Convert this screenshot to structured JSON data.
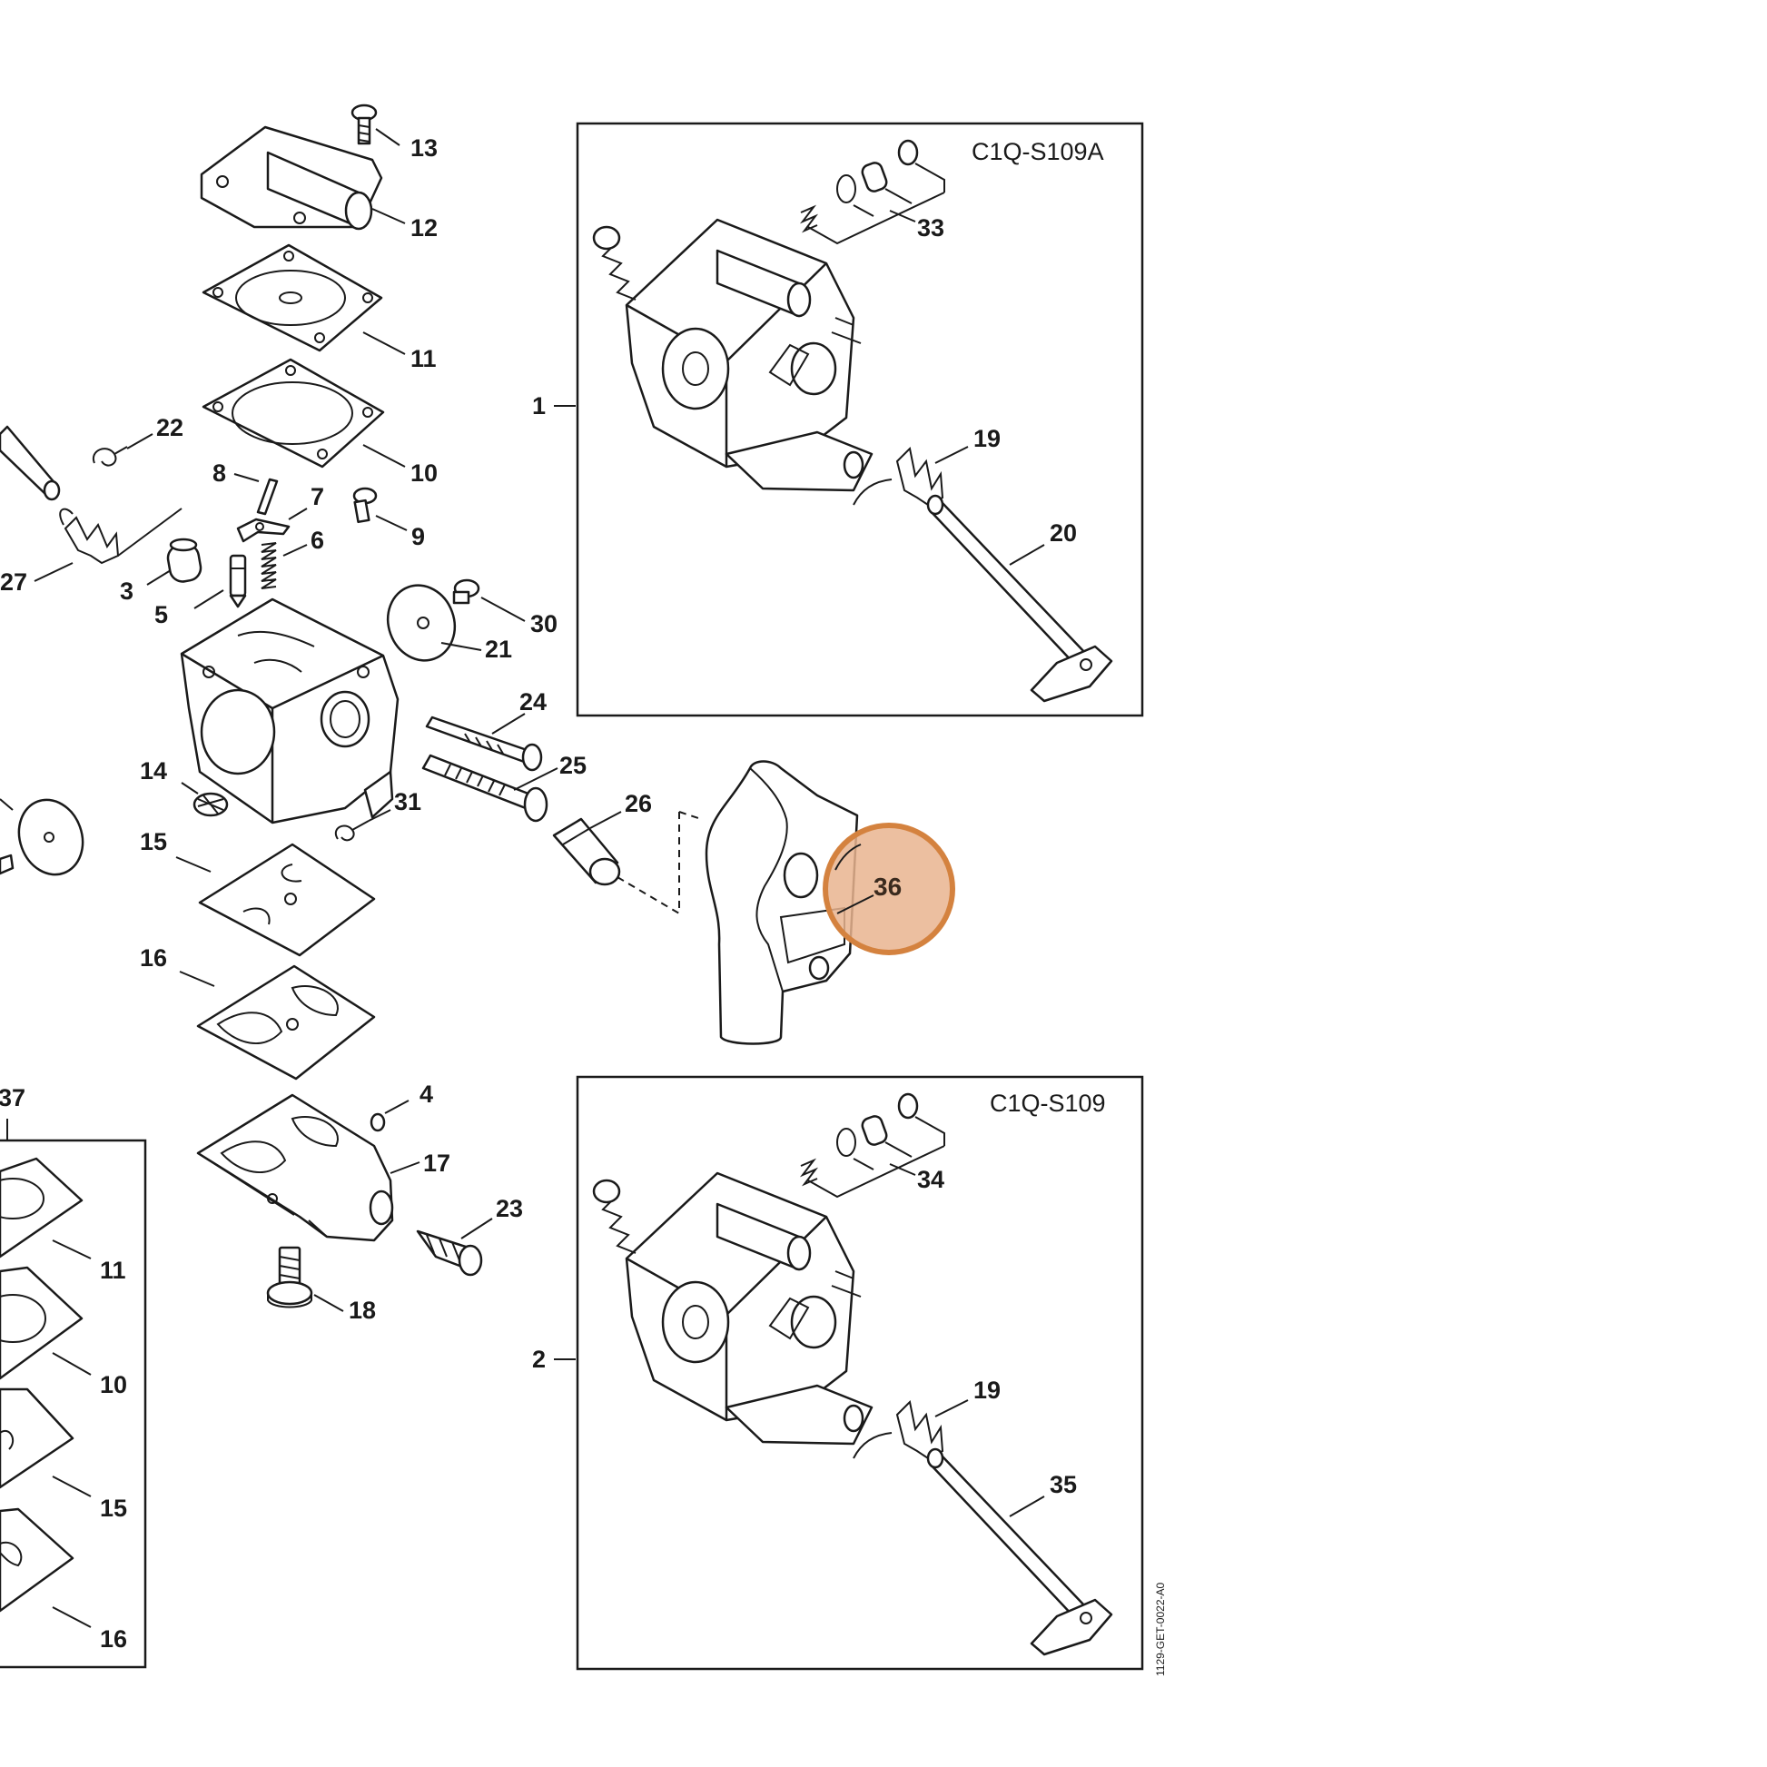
{
  "highlight": {
    "label": "36",
    "fill": "#e9b48f",
    "stroke": "#d4823f",
    "text_color": "#3a2a1e"
  },
  "insets": [
    {
      "code": "C1Q-S109A",
      "ref": "1",
      "labels": [
        "33",
        "19",
        "20"
      ]
    },
    {
      "code": "C1Q-S109",
      "ref": "2",
      "labels": [
        "34",
        "19",
        "35"
      ]
    }
  ],
  "lower_left_inset": {
    "ref": "37",
    "labels": [
      "11",
      "10",
      "15",
      "16"
    ]
  },
  "part_labels": [
    "13",
    "12",
    "11",
    "10",
    "22",
    "8",
    "7",
    "9",
    "6",
    "27",
    "3",
    "5",
    "30",
    "21",
    "24",
    "25",
    "26",
    "14",
    "31",
    "15",
    "16",
    "4",
    "17",
    "23",
    "18"
  ],
  "doc_id": "1129-GET-0022-A0"
}
